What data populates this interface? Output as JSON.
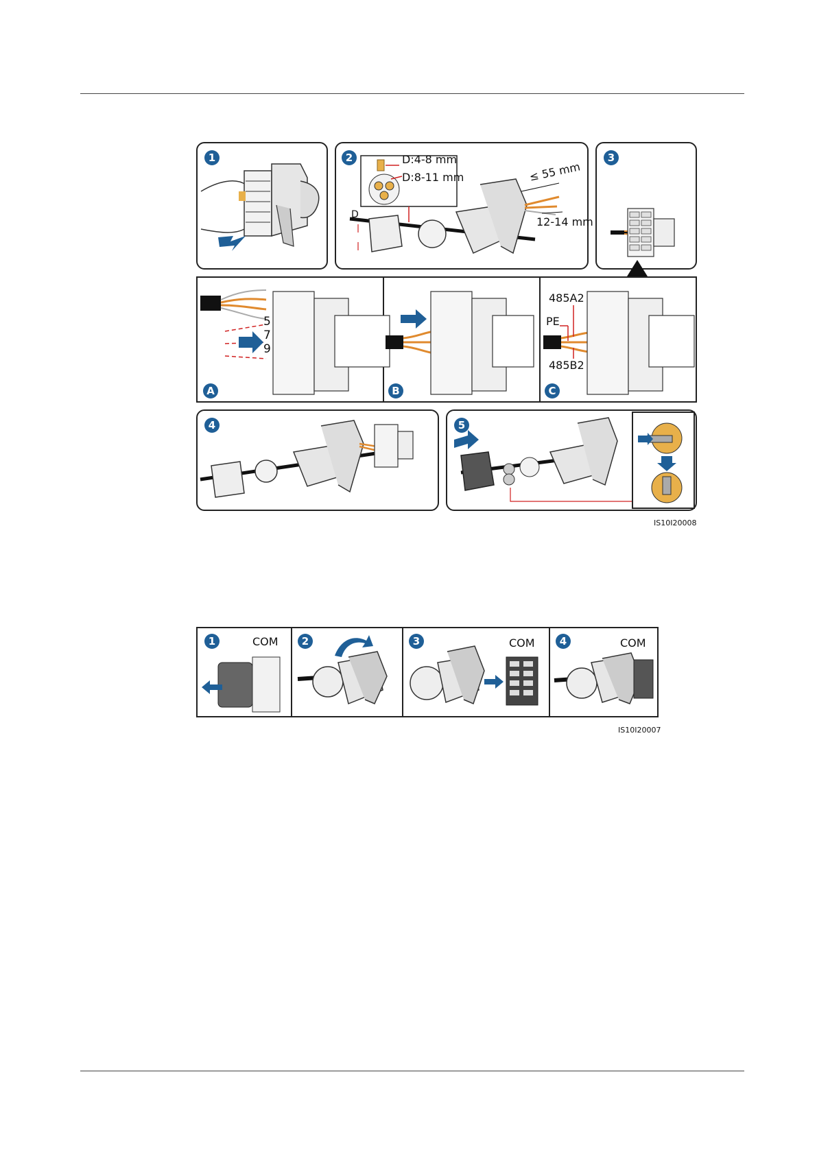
{
  "figure1": {
    "step_numbers": [
      "1",
      "2",
      "3",
      "4",
      "5"
    ],
    "sub_letters": [
      "A",
      "B",
      "C"
    ],
    "dims": {
      "seal_small": "D:4-8 mm",
      "seal_large": "D:8-11 mm",
      "diameter": "D",
      "strip_length": "≤ 55 mm",
      "insulation_strip": "12-14 mm"
    },
    "pin_numbers": [
      "5",
      "7",
      "9"
    ],
    "wire_labels": {
      "a": "485A2",
      "pe": "PE",
      "b": "485B2"
    },
    "figure_id": "IS10I20008"
  },
  "figure2": {
    "step_numbers": [
      "1",
      "2",
      "3",
      "4"
    ],
    "port_label": "COM",
    "figure_id": "IS10I20007"
  },
  "colors": {
    "accent": "#1f5f97",
    "wire": "#e08a2e",
    "seal": "#e8b04a",
    "dimension": "#d02020"
  }
}
